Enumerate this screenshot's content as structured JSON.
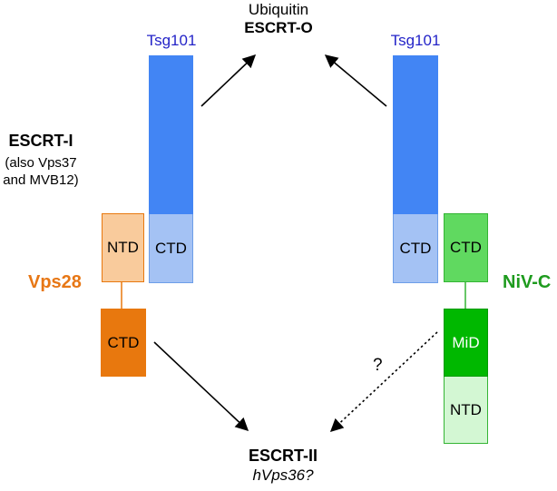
{
  "top": {
    "ubiquitin": "Ubiquitin",
    "escrt_o": "ESCRT-O"
  },
  "left": {
    "tsg101": "Tsg101",
    "escrt_i": "ESCRT-I",
    "note_line1": "(also Vps37",
    "note_line2": "and MVB12)",
    "tsg101_ctd": "CTD",
    "vps28_ntd": "NTD",
    "vps28_label": "Vps28",
    "vps28_ctd": "CTD"
  },
  "right": {
    "tsg101": "Tsg101",
    "tsg101_ctd": "CTD",
    "nivc_ctd": "CTD",
    "nivc_label": "NiV-C",
    "nivc_mid": "MiD",
    "nivc_ntd": "NTD",
    "question": "?"
  },
  "bottom": {
    "escrt_ii": "ESCRT-II",
    "hvps36": "hVps36?"
  },
  "colors": {
    "tsg_blue": "#4285f4",
    "tsg_ctd": "#a4c2f4",
    "vps28_ntd": "#f9cb9c",
    "vps28_ctd": "#e8780e",
    "vps28_text": "#e77715",
    "nivc_ctd": "#60d960",
    "nivc_mid": "#00b800",
    "nivc_ntd": "#d3f7d3",
    "nivc_text": "#1e9b1e",
    "tsg_text": "#2424c8"
  }
}
